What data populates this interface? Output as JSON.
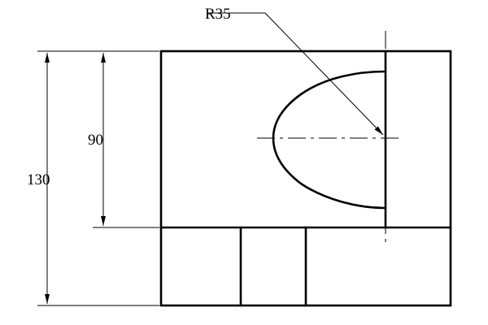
{
  "drawing": {
    "ink_color": "#000000",
    "background_color": "#ffffff",
    "radius_label": "R35",
    "dimensions": {
      "total_height_label": "130",
      "upper_height_label": "90"
    }
  }
}
